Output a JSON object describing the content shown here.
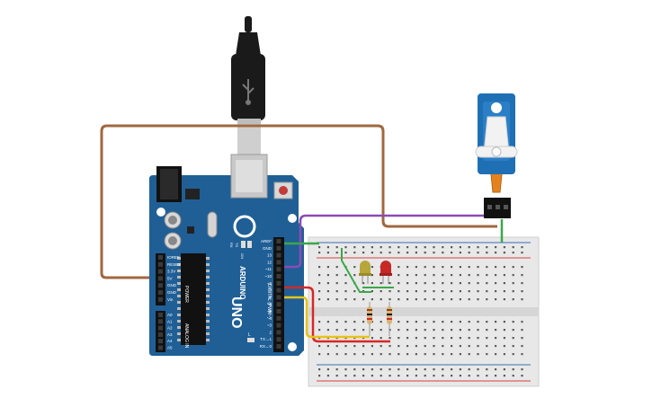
{
  "arduino": {
    "brand": "ARDUINO",
    "model": "UNO",
    "digital_header": "DIGITAL (PWM~)",
    "power_header": "POWER",
    "analog_header": "ANALOG IN",
    "on_label": "ON",
    "tx_label": "TX",
    "rx_label": "RX",
    "l_label": "L",
    "digital_pins": [
      "AREF",
      "GND",
      "13",
      "12",
      "~11",
      "~10",
      "~9",
      "8",
      "7",
      "~6",
      "~5",
      "4",
      "~3",
      "2",
      "TX→1",
      "RX←0"
    ],
    "power_pins": [
      "IOREF",
      "RESET",
      "3.3V",
      "5V",
      "GND",
      "GND",
      "Vin"
    ],
    "analog_pins": [
      "A0",
      "A1",
      "A2",
      "A3",
      "A4",
      "A5"
    ]
  },
  "colors": {
    "board": "#1f5f96",
    "board_dark": "#184d7a",
    "breadboard": "#e8e8e8",
    "breadboard_rail_red": "#d64545",
    "breadboard_rail_blue": "#3a6fb5",
    "wire_brown": "#a0683f",
    "wire_purple": "#8a4bb5",
    "wire_green": "#3aa84a",
    "wire_red": "#d62828",
    "wire_yellow": "#e8c21a",
    "led_yellow": "#b8a63a",
    "led_red": "#c62828",
    "servo_body": "#1f6fb5",
    "usb_black": "#1a1a1a"
  },
  "components": [
    "usb-cable",
    "arduino-uno",
    "breadboard",
    "servo",
    "led-yellow",
    "led-red",
    "resistor-1",
    "resistor-2"
  ]
}
